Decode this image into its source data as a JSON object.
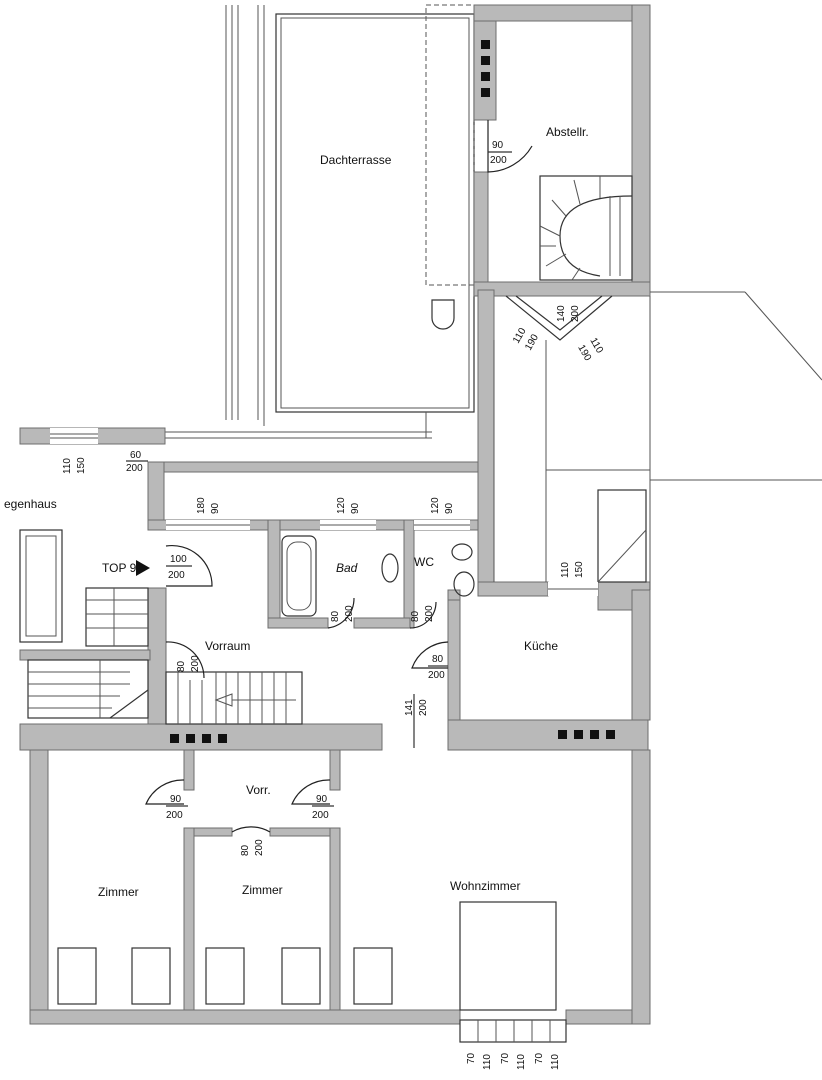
{
  "rooms": {
    "dachterrasse": "Dachterrasse",
    "abstellr": "Abstellr.",
    "stiegenhaus": "egenhaus",
    "top": "TOP 9",
    "bad": "Bad",
    "wc": "WC",
    "vorraum": "Vorraum",
    "kueche": "Küche",
    "vorr": "Vorr.",
    "zimmer1": "Zimmer",
    "zimmer2": "Zimmer",
    "wohnzimmer": "Wohnzimmer"
  },
  "dims": {
    "terrace_door_w": "90",
    "terrace_door_h": "200",
    "diag_mid_w": "140",
    "diag_mid_h": "200",
    "diag_left_w": "110",
    "diag_left_h": "190",
    "diag_right_w": "110",
    "diag_right_h": "190",
    "win_stair_w": "110",
    "win_stair_h": "150",
    "door_60_w": "60",
    "door_60_h": "200",
    "win_a_w": "180",
    "win_a_h": "90",
    "win_b_w": "120",
    "win_b_h": "90",
    "win_c_w": "120",
    "win_c_h": "90",
    "entry_w": "100",
    "entry_h": "200",
    "bad_w": "80",
    "bad_h": "200",
    "wc_w": "80",
    "wc_h": "200",
    "vorraum_w": "80",
    "vorraum_h": "200",
    "kueche_door_w": "80",
    "kueche_door_h": "200",
    "kueche_win_w": "110",
    "kueche_win_h": "150",
    "passage_w": "141",
    "passage_h": "200",
    "zimmer1_door_w": "90",
    "zimmer1_door_h": "200",
    "wohn_door_w": "90",
    "wohn_door_h": "200",
    "zimmer2_door_w": "80",
    "zimmer2_door_h": "200",
    "bottom": [
      "70",
      "110",
      "70",
      "110",
      "70",
      "110"
    ]
  }
}
